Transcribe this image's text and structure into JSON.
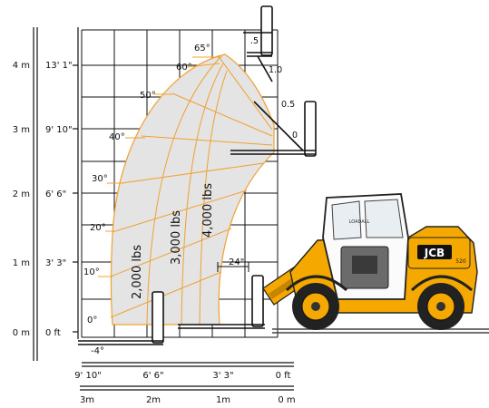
{
  "diagram": {
    "metric_height_labels": [
      "4 m",
      "3 m",
      "2 m",
      "1 m",
      "0 m"
    ],
    "imperial_height_labels": [
      "13' 1\"",
      "9' 10\"",
      "6' 6\"",
      "3' 3\"",
      "0 ft"
    ],
    "imperial_reach_labels": [
      "9' 10\"",
      "6' 6\"",
      "3' 3\"",
      "0 ft"
    ],
    "metric_reach_labels": [
      "3m",
      "2m",
      "1m",
      "0 m"
    ],
    "boom_angles": [
      "65°",
      "60°",
      "50°",
      "40°",
      "30°",
      "20°",
      "10°",
      "0°",
      "-4°"
    ],
    "extension_labels": [
      ".5",
      "1.0",
      "0.5",
      "0"
    ],
    "load_zones": [
      "2,000 lbs",
      "3,000 lbs",
      "4,000 lbs"
    ],
    "fork_offset_label": "24\"",
    "machine_brand": "JCB",
    "machine_model": "520",
    "machine_side_text": "LOADALL",
    "colors": {
      "machine_body": "#f5a800",
      "envelope_fill": "#e4e4e4",
      "contour_lines": "#f0a030",
      "grid": "#000000"
    }
  }
}
